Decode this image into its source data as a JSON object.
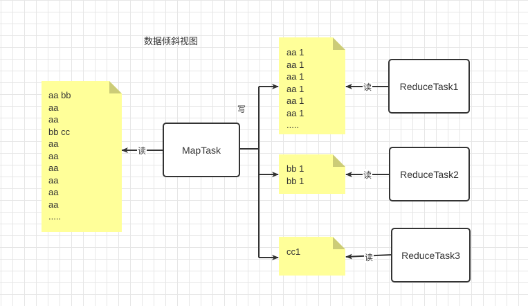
{
  "diagram": {
    "title": "数据倾斜视图",
    "input_file": {
      "lines": [
        "aa bb",
        "aa",
        "aa",
        "bb cc",
        "aa",
        "aa",
        "aa",
        "aa",
        "aa",
        "aa",
        "....."
      ]
    },
    "map_task": {
      "label": "MapTask"
    },
    "write_label": "写",
    "read_label": "读",
    "partitions": [
      {
        "lines": [
          "aa 1",
          "aa 1",
          "aa 1",
          "aa 1",
          "aa 1",
          "aa 1",
          "....."
        ]
      },
      {
        "lines": [
          "bb 1",
          "bb 1"
        ]
      },
      {
        "lines": [
          "cc1"
        ]
      }
    ],
    "reduce_tasks": [
      {
        "label": "ReduceTask1"
      },
      {
        "label": "ReduceTask2"
      },
      {
        "label": "ReduceTask3"
      }
    ],
    "colors": {
      "note_fill": "#ffff99",
      "note_fold": "#cccc77",
      "stroke": "#333333"
    }
  }
}
